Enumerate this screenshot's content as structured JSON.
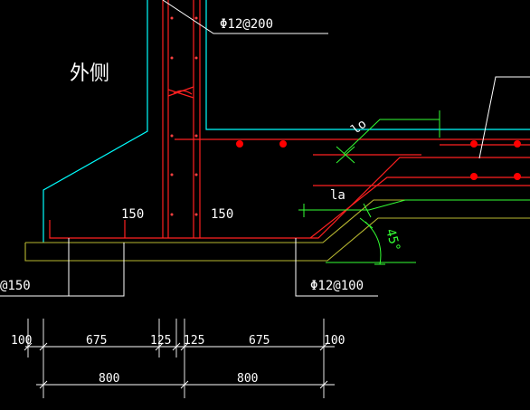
{
  "labels": {
    "outer_side": "外侧",
    "rebar_top": "Φ12@200",
    "rebar_bottom_right": "Φ12@100",
    "rebar_bottom_left": "@150",
    "dim_150_left": "150",
    "dim_150_right": "150",
    "lo": "lo",
    "la": "la",
    "angle": "45°"
  },
  "dimensions": {
    "row1": [
      "100",
      "675",
      "125",
      "125",
      "675",
      "100"
    ],
    "row2": [
      "800",
      "800"
    ]
  },
  "colors": {
    "background": "#000000",
    "concrete_outline": "#00ffff",
    "rebar": "#ff2020",
    "rebar_dots": "#ff0000",
    "dimension": "#33ff33",
    "leader": "#ffffff",
    "cushion": "#cccc33",
    "text": "#ffffff"
  }
}
